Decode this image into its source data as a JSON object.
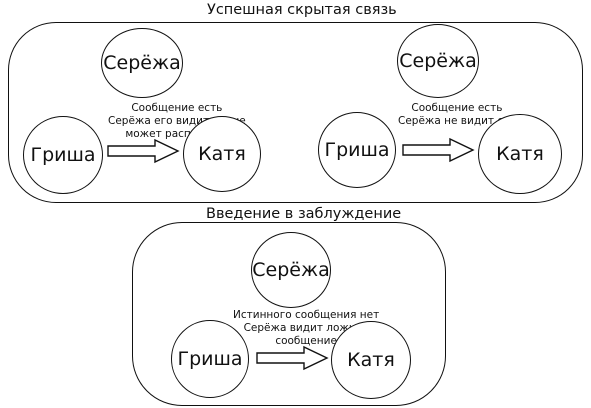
{
  "diagram": {
    "sections": [
      {
        "title": "Успешная скрытая связь",
        "scenarios": [
          {
            "observer": "Серёжа",
            "sender": "Гриша",
            "receiver": "Катя",
            "note": [
              "Сообщение есть",
              "Серёжа его видит, но не",
              "может распознать"
            ]
          },
          {
            "observer": "Серёжа",
            "sender": "Гриша",
            "receiver": "Катя",
            "note": [
              "Сообщение есть",
              "Серёжа не видит его"
            ]
          }
        ]
      },
      {
        "title": "Введение в заблуждение",
        "scenarios": [
          {
            "observer": "Серёжа",
            "sender": "Гриша",
            "receiver": "Катя",
            "note": [
              "Истинного сообщения нет",
              "Серёжа видит ложное",
              "сообщение"
            ]
          }
        ]
      }
    ]
  }
}
